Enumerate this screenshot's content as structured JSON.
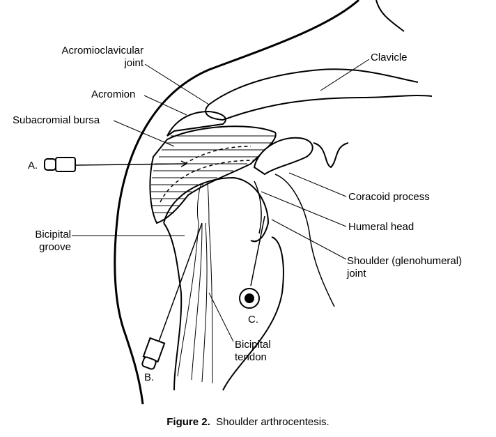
{
  "labels": {
    "acromioclavicular": [
      "Acromioclavicular",
      "joint"
    ],
    "clavicle": "Clavicle",
    "acromion": "Acromion",
    "subacromial_bursa": "Subacromial bursa",
    "needle_a": "A.",
    "coracoid_process": "Coracoid process",
    "humeral_head": "Humeral head",
    "bicipital_groove": [
      "Bicipital",
      "groove"
    ],
    "shoulder_joint": [
      "Shoulder (glenohumeral)",
      "joint"
    ],
    "needle_c": "C.",
    "bicipital_tendon": [
      "Bicipital",
      "tendon"
    ],
    "needle_b": "B."
  },
  "caption": {
    "figure": "Figure 2.",
    "text": "Shoulder arthrocentesis."
  }
}
